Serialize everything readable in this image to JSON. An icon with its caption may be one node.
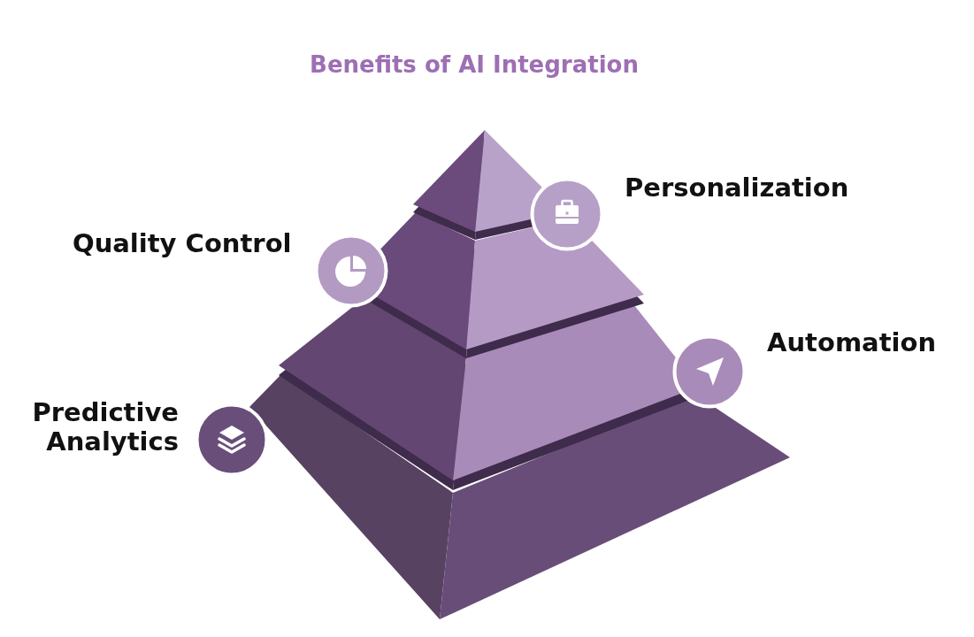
{
  "diagram": {
    "title": "Benefits of AI Integration",
    "labels": [
      "Personalization",
      "Quality Control",
      "Automation",
      "Predictive Analytics"
    ]
  }
}
